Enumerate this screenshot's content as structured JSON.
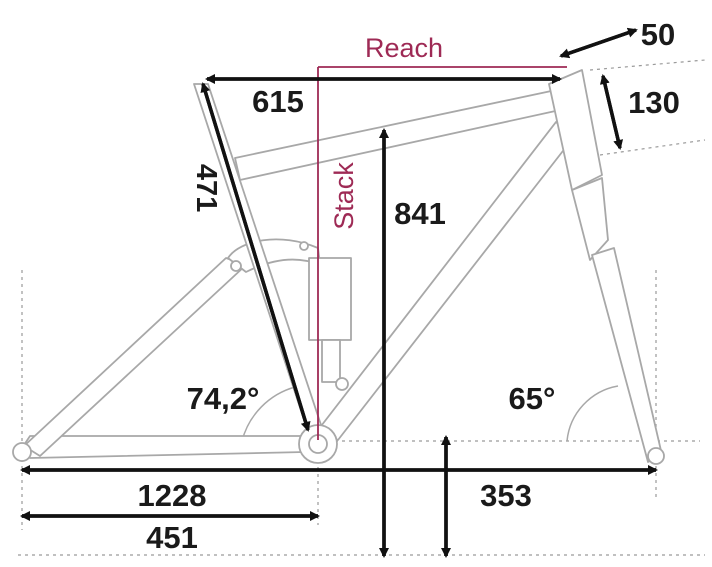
{
  "colors": {
    "frame_stroke": "#a8a8a8",
    "frame_fill": "#ffffff",
    "arrow": "#111111",
    "guide": "#9a9a9a",
    "accent": "#9e2a55"
  },
  "labels": {
    "reach": "Reach",
    "stack": "Stack",
    "reach_value": "615",
    "stack_value": "841",
    "seat_tube_length": "471",
    "head_tube_length": "130",
    "fork_offset": "50",
    "seat_angle": "74,2°",
    "head_angle": "65°",
    "wheelbase": "1228",
    "chainstay": "451",
    "front_center": "353"
  }
}
